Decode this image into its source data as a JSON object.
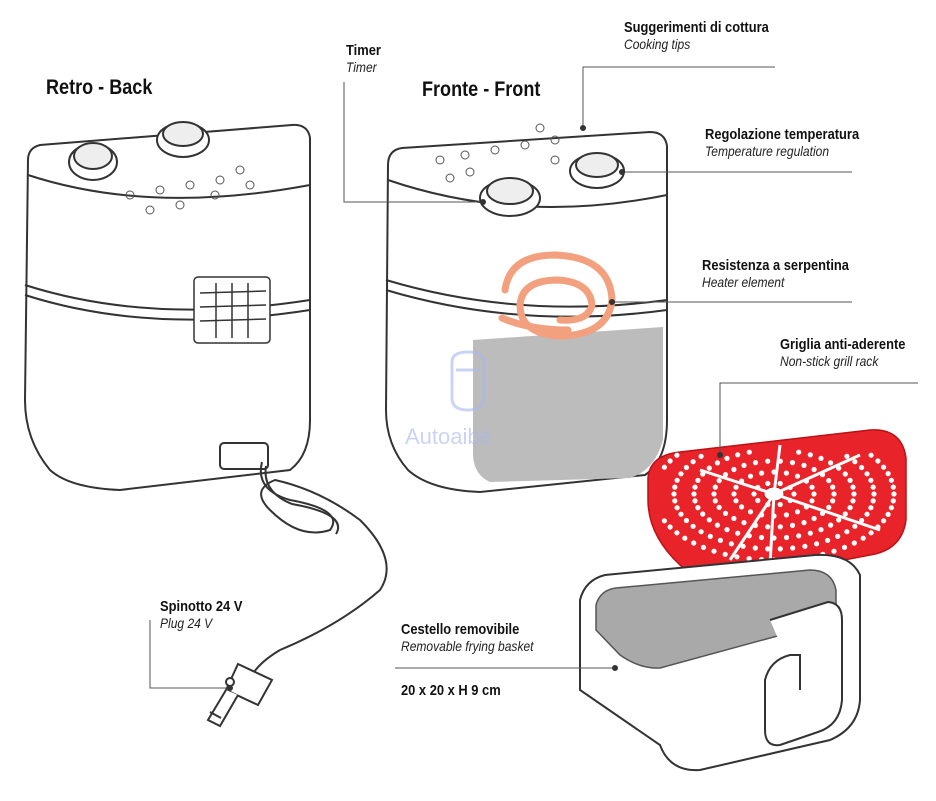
{
  "views": {
    "back_title": "Retro - Back",
    "front_title": "Fronte - Front"
  },
  "labels": {
    "timer": {
      "it": "Timer",
      "en": "Timer"
    },
    "cooking_tips": {
      "it": "Suggerimenti di cottura",
      "en": "Cooking tips"
    },
    "temperature": {
      "it": "Regolazione temperatura",
      "en": "Temperature regulation"
    },
    "heater": {
      "it": "Resistenza a serpentina",
      "en": "Heater element"
    },
    "grill": {
      "it": "Griglia anti-aderente",
      "en": "Non-stick grill rack"
    },
    "plug": {
      "it": "Spinotto 24 V",
      "en": "Plug 24 V"
    },
    "basket": {
      "it": "Cestello removibile",
      "en": "Removable frying basket"
    },
    "basket_size": "20 x 20 x H 9 cm"
  },
  "watermark": "Autoaibè",
  "colors": {
    "outline": "#333333",
    "heater": "#f2a07e",
    "grill": "#e8242a",
    "basket_fill": "#a9a9a9",
    "window_fill": "#bcbcbc",
    "leader": "#555555"
  }
}
